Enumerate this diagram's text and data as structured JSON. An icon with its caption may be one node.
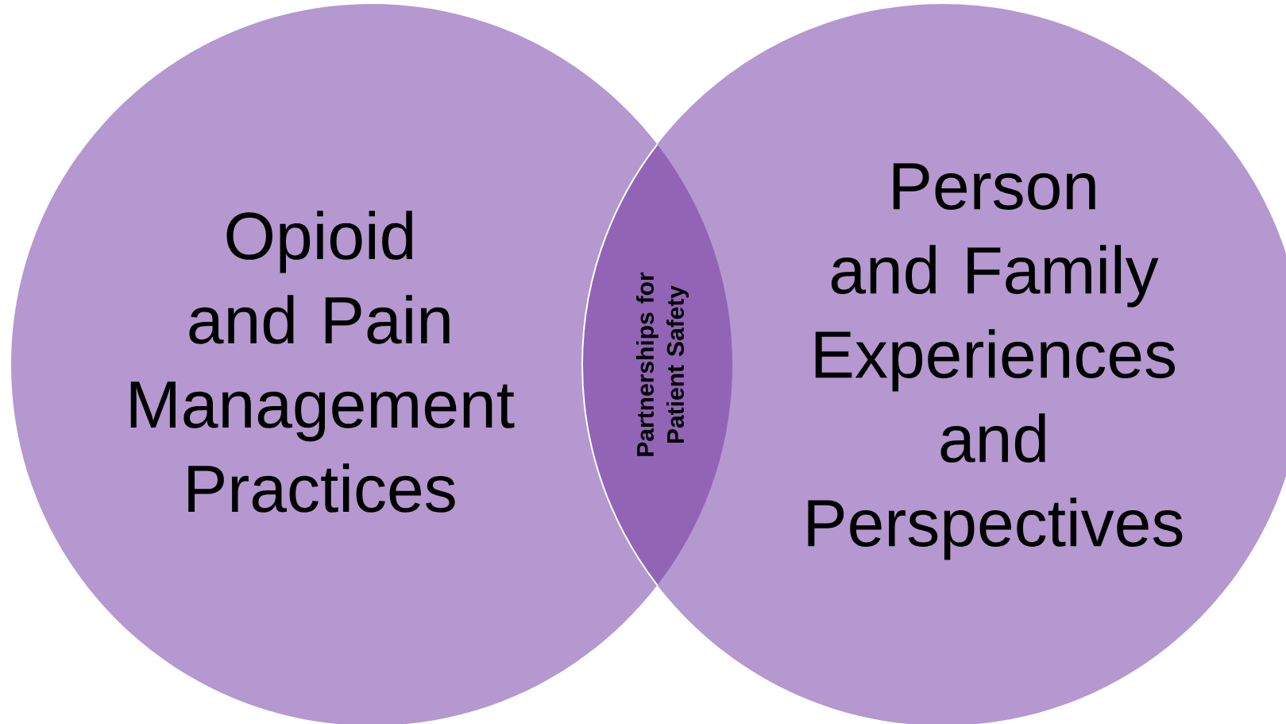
{
  "diagram": {
    "nodes": [
      {
        "text": [
          "Opioid and Pain Management Practices"
        ]
      },
      {
        "text": [
          "Person and Family Experiences and Perspectives"
        ]
      },
      {
        "text": [
          "Partnerships for Patient Safety"
        ]
      }
    ]
  }
}
